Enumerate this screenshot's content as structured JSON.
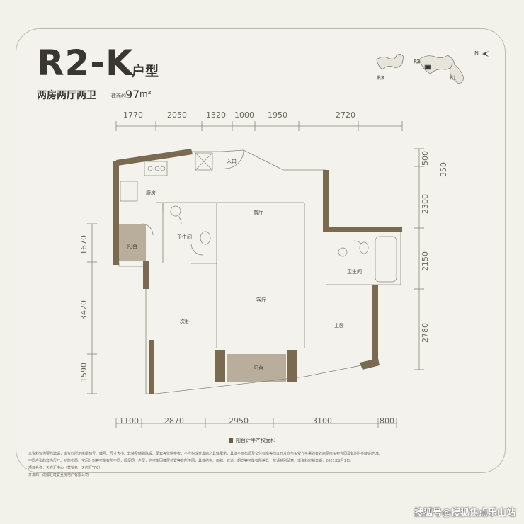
{
  "header": {
    "title": "R2-K",
    "title_suffix": "户型",
    "description": "两房两厅两卫",
    "area_label": "建面约",
    "area_value": "97",
    "area_unit": "m²"
  },
  "compass": {
    "label": "N"
  },
  "keyplan": {
    "labels": [
      "R2",
      "R3",
      "R1"
    ]
  },
  "dimensions": {
    "top": [
      "1770",
      "2050",
      "1320",
      "1000",
      "1950",
      "2720"
    ],
    "bottom": [
      "1100",
      "2870",
      "2950",
      "3100",
      "800"
    ],
    "left": [
      "1670",
      "3420",
      "1590"
    ],
    "right": [
      "500",
      "350",
      "2300",
      "2150",
      "2780"
    ]
  },
  "rooms": {
    "entrance": "入口",
    "kitchen": "厨房",
    "dining": "餐厅",
    "bath1": "卫生间",
    "balcony1": "阳台",
    "bath2": "卫生间",
    "second_bedroom": "次卧",
    "living": "客厅",
    "master_bedroom": "主卧",
    "balcony2": "阳台"
  },
  "legend": {
    "label": "阳台计半产权面积",
    "color": "#6b5c48"
  },
  "notes": [
    "本资料仅为要约邀请，本资料所示房屋面号、编号、尺寸大小、软装及储物陈设、配套等仅供参考，不应构成开发商之具体承诺，具体平面布局及交付标准等均以开发商与买受方签署的有效商品房买卖合同及其附件约定的为准。",
    "不同户型的套内尺寸、功能布局、空间分割等可能有所不同，即便同一户型，也可能因楼层位置等有所不同，具体结构、面积、管道、朝向等可能有所差异，敬请特别留意。本资料印制日期：2021年2月1日。",
    "项目名称：天府汇中心（营销名：天府汇TFC）",
    "开发商：成都汇旺置业房地产有限公司"
  ],
  "watermark": "搜狐号@搜狐焦点乐山站",
  "colors": {
    "wall": "#7a6a52",
    "balcony": "#b9ae9c",
    "line": "#8a857a",
    "background": "#f2f1ea"
  }
}
